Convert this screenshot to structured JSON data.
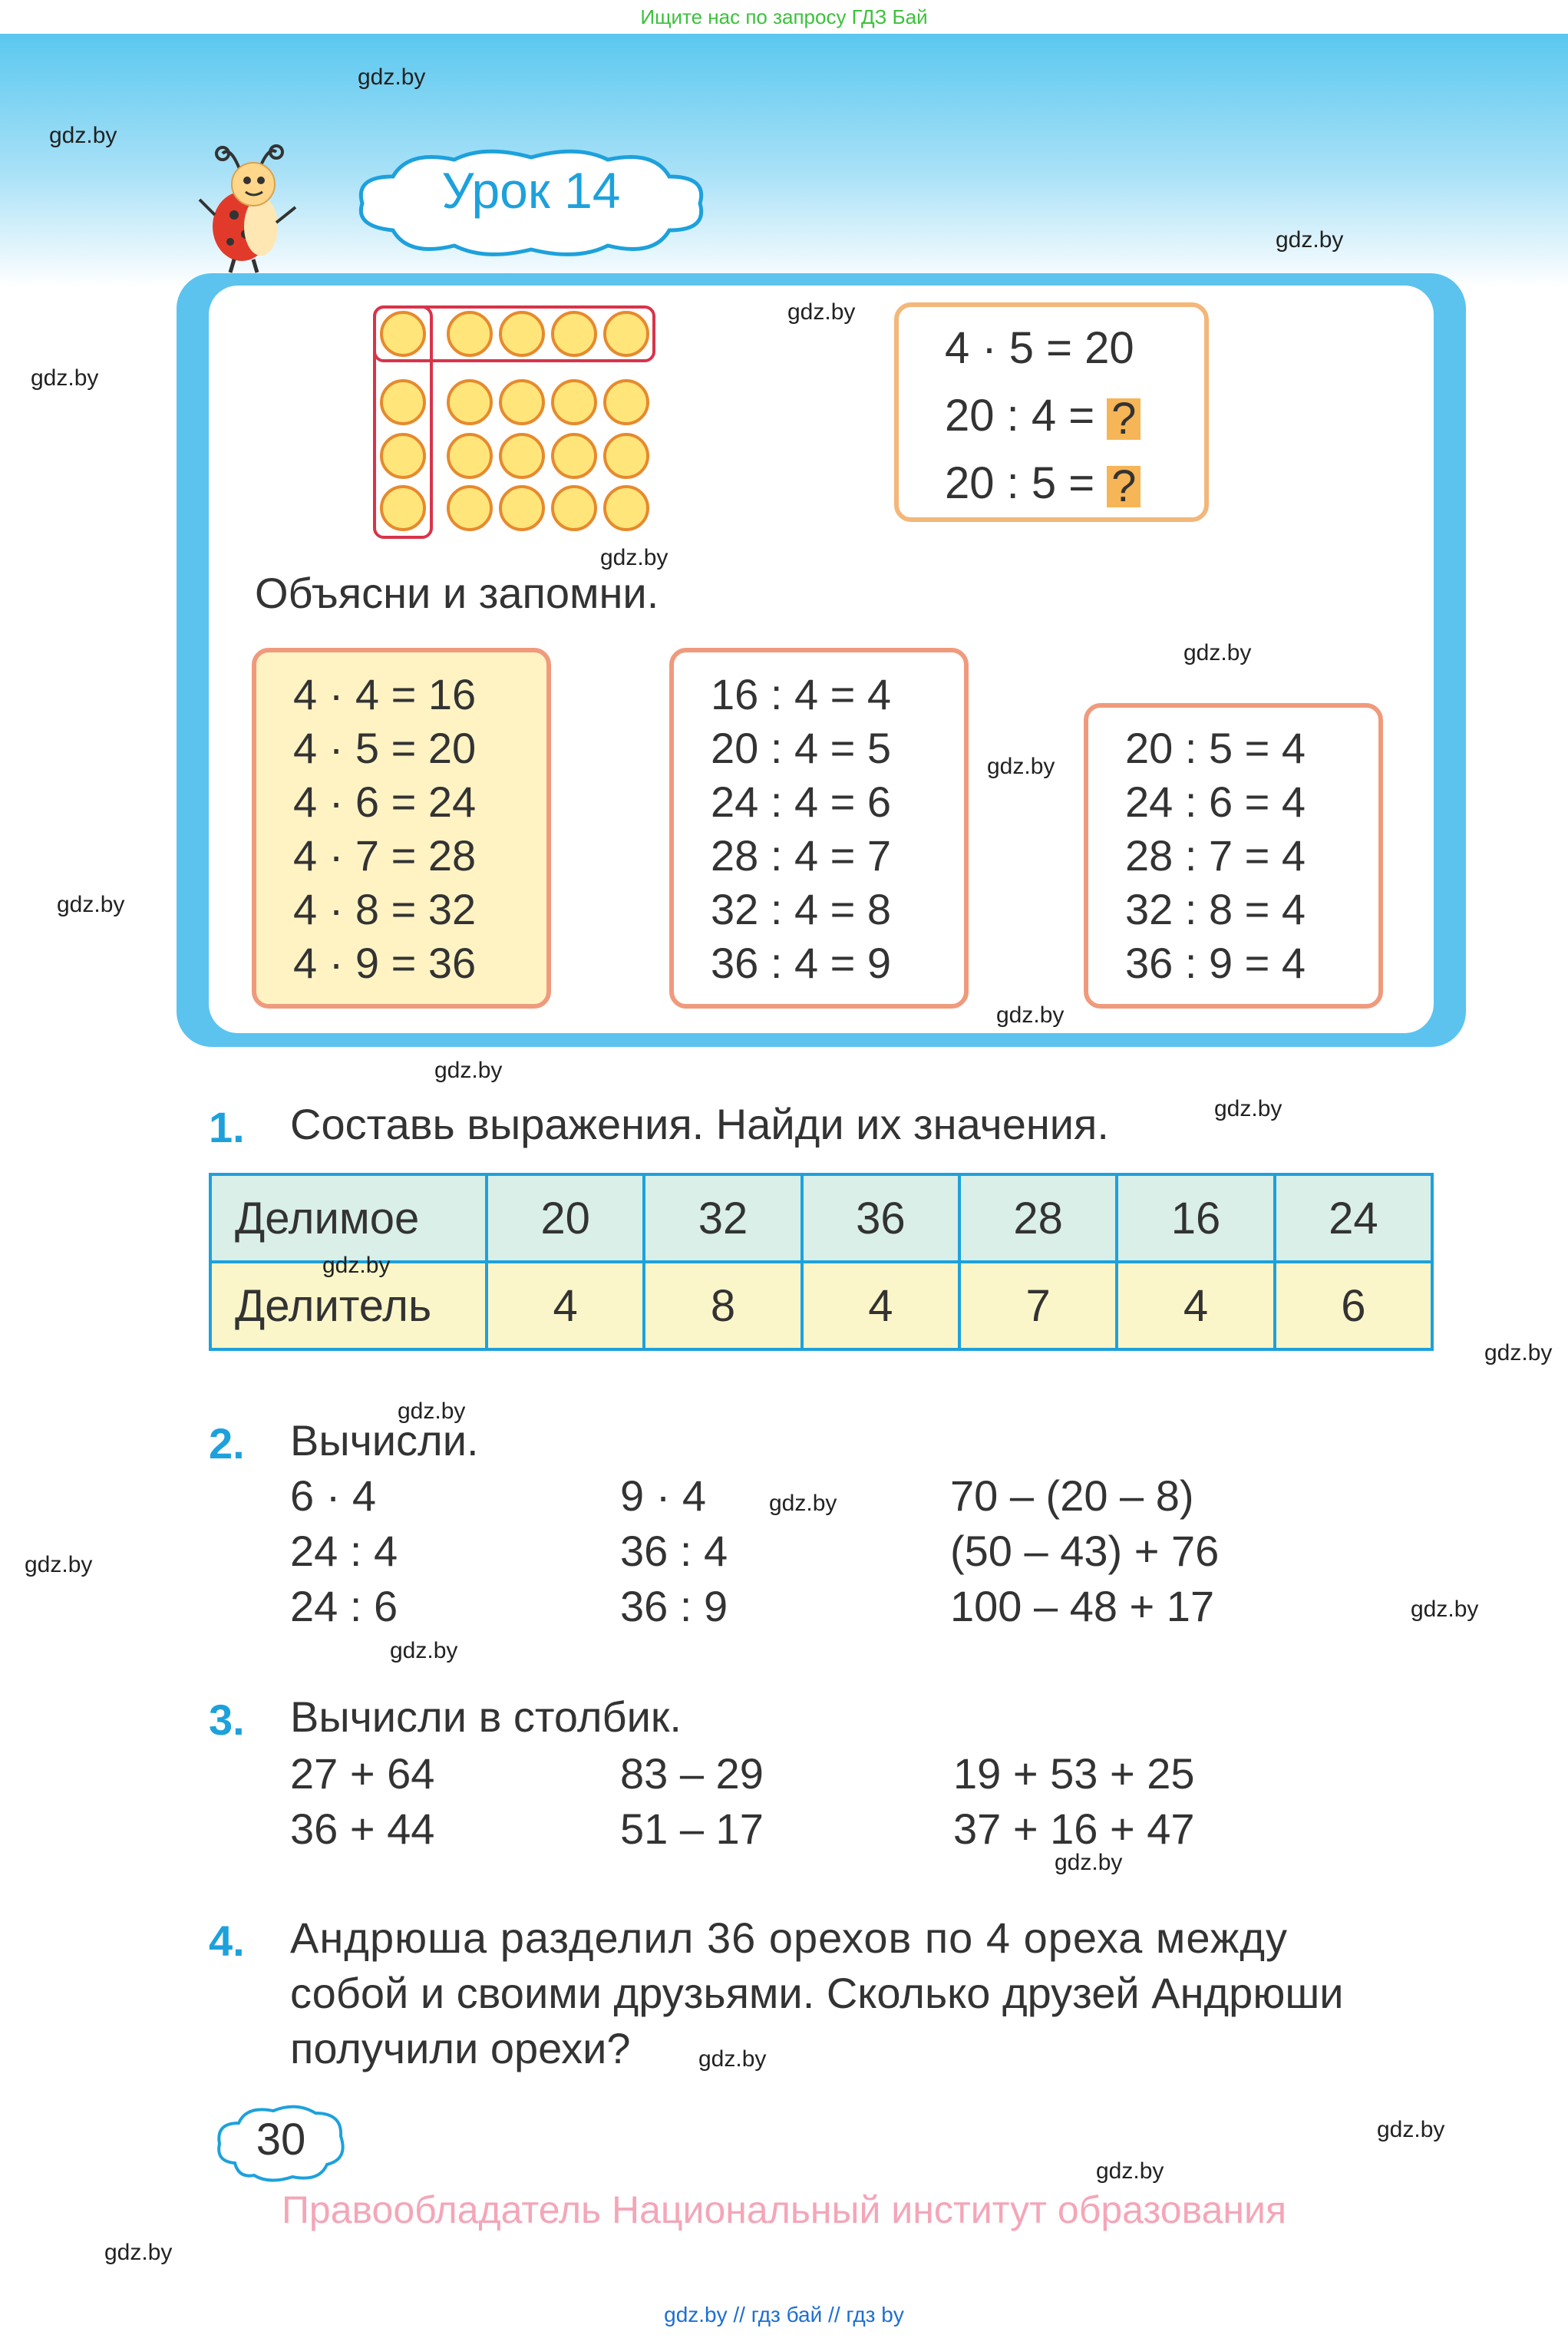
{
  "banner": "Ищите нас по запросу ГДЗ Бай",
  "lesson_title": "Урок 14",
  "watermark": "gdz.by",
  "top_equations": [
    "4 · 5 = 20",
    "20 : 4 = ",
    "20 : 5 = "
  ],
  "question_mark": "?",
  "explain_text": "Объясни и запомни.",
  "mult_table": [
    "4 · 4 = 16",
    "4 · 5 = 20",
    "4 · 6 = 24",
    "4 · 7 = 28",
    "4 · 8 = 32",
    "4 · 9 = 36"
  ],
  "div_by_4": [
    "16 : 4 = 4",
    "20 : 4 = 5",
    "24 : 4 = 6",
    "28 : 4 = 7",
    "32 : 4 = 8",
    "36 : 4 = 9"
  ],
  "quotient_4": [
    "20 : 5 = 4",
    "24 : 6 = 4",
    "28 : 7 = 4",
    "32 : 8 = 4",
    "36 : 9 = 4"
  ],
  "task1": {
    "number": "1.",
    "text": "Составь выражения. Найди их значения.",
    "row1_label": "Делимое",
    "row1": [
      "20",
      "32",
      "36",
      "28",
      "16",
      "24"
    ],
    "row2_label": "Делитель",
    "row2": [
      "4",
      "8",
      "4",
      "7",
      "4",
      "6"
    ]
  },
  "task2": {
    "number": "2.",
    "text": "Вычисли.",
    "col1": [
      "6 · 4",
      "24 : 4",
      "24 : 6"
    ],
    "col2": [
      "9 · 4",
      "36 : 4",
      "36 : 9"
    ],
    "col3": [
      "70 – (20 – 8)",
      "(50 – 43) + 76",
      "100 – 48 + 17"
    ]
  },
  "task3": {
    "number": "3.",
    "text": "Вычисли в столбик.",
    "col1": [
      "27 + 64",
      "36 + 44"
    ],
    "col2": [
      "83 – 29",
      "51 – 17"
    ],
    "col3": [
      "19 + 53 + 25",
      "37 + 16 + 47"
    ]
  },
  "task4": {
    "number": "4.",
    "lines": [
      "Андрюша разделил 36 орехов по 4 ореха между",
      "собой и своими друзьями. Сколько друзей Андрюши",
      "получили орехи?"
    ]
  },
  "page_number": "30",
  "copyright": "Правообладатель Национальный институт образования",
  "footer": "gdz.by  //  гдз бай  //  гдз by"
}
